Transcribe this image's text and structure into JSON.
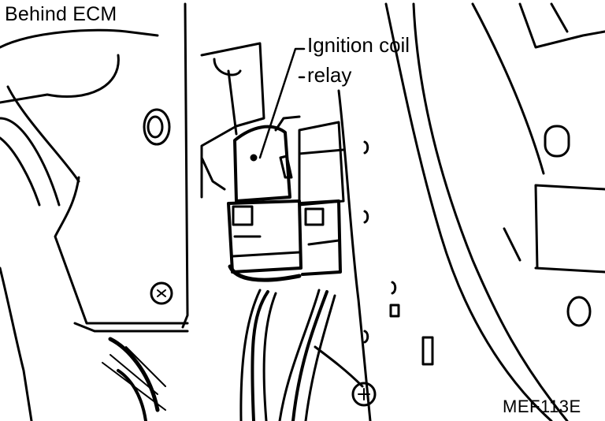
{
  "labels": {
    "location": "Behind ECM",
    "component_line1": "Ignition coil",
    "component_line2": "relay",
    "figure_code": "MEF113E"
  },
  "colors": {
    "ink": "#000000",
    "paper": "#ffffff"
  }
}
